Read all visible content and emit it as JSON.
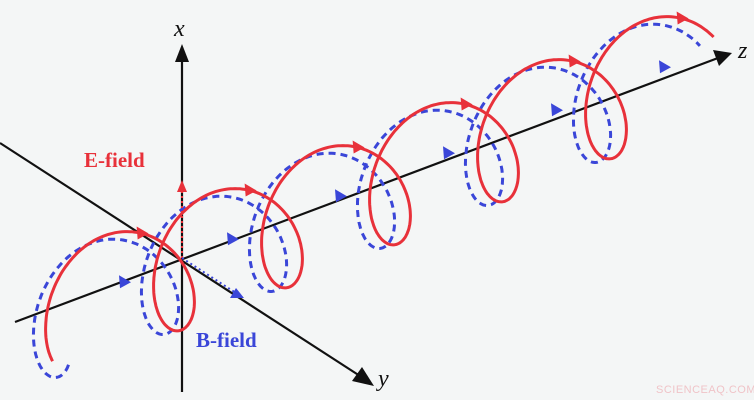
{
  "labels": {
    "e_field": "E-field",
    "b_field": "B-field",
    "x_axis": "x",
    "y_axis": "y",
    "z_axis": "z"
  },
  "watermark": "SCIENCEAQ.COM",
  "colors": {
    "e_field": "#e8313a",
    "b_field": "#3a46d8",
    "axes": "#111111",
    "background": "#f4f6f6"
  }
}
